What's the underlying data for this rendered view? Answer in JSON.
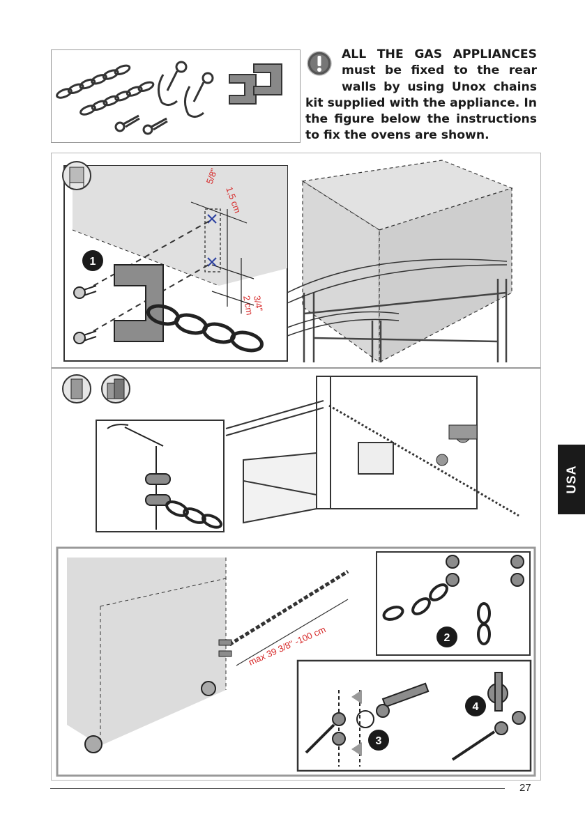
{
  "notice": {
    "lines": [
      "ALL THE GAS APPLIANCES",
      "must be fixed to the rear",
      "walls by using Unox chains",
      "kit supplied with the appliance. In",
      "the figure below the instructions",
      "to fix the ovens are shown."
    ],
    "icon": "exclamation-icon"
  },
  "diagram": {
    "step_labels": [
      "1",
      "2",
      "3",
      "4"
    ],
    "dim_top": "5/8\"",
    "dim_top_metric": "1,5 cm",
    "dim_side": "3/4\"",
    "dim_side_metric": "2 cm",
    "chain_length": "max 39 3/8\" -100 cm"
  },
  "side_tab": {
    "label": "USA"
  },
  "page": {
    "number": "27"
  },
  "colors": {
    "accent_red": "#d62828",
    "marker_blue": "#2a3fa0",
    "tab_bg": "#1a1a1a"
  }
}
